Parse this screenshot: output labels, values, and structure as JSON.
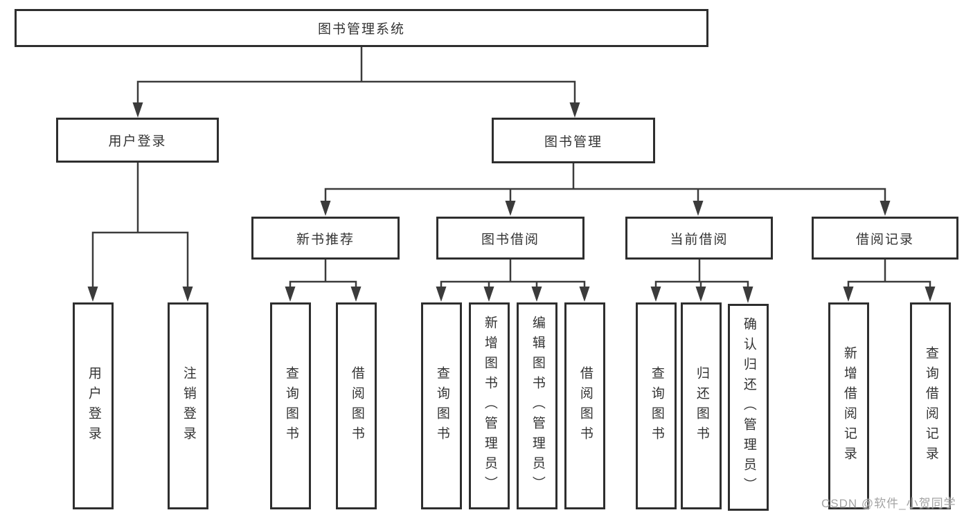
{
  "tree": {
    "label": "图书管理系统",
    "children": [
      {
        "label": "用户登录",
        "children": [
          {
            "label": "用户登录"
          },
          {
            "label": "注销登录"
          }
        ]
      },
      {
        "label": "图书管理",
        "children": [
          {
            "label": "新书推荐",
            "children": [
              {
                "label": "查询图书"
              },
              {
                "label": "借阅图书"
              }
            ]
          },
          {
            "label": "图书借阅",
            "children": [
              {
                "label": "查询图书"
              },
              {
                "label": "新增图书（管理员）"
              },
              {
                "label": "编辑图书（管理员）"
              },
              {
                "label": "借阅图书"
              }
            ]
          },
          {
            "label": "当前借阅",
            "children": [
              {
                "label": "查询图书"
              },
              {
                "label": "归还图书"
              },
              {
                "label": "确认归还（管理员）"
              }
            ]
          },
          {
            "label": "借阅记录",
            "children": [
              {
                "label": "新增借阅记录"
              },
              {
                "label": "查询借阅记录"
              }
            ]
          }
        ]
      }
    ]
  },
  "watermark": "CSDN @软件_小贺同学",
  "colors": {
    "line": "#3b3b3b",
    "box_border": "#2e2e2e",
    "text": "#333333",
    "watermark": "#9e9e9e",
    "background": "#ffffff"
  }
}
